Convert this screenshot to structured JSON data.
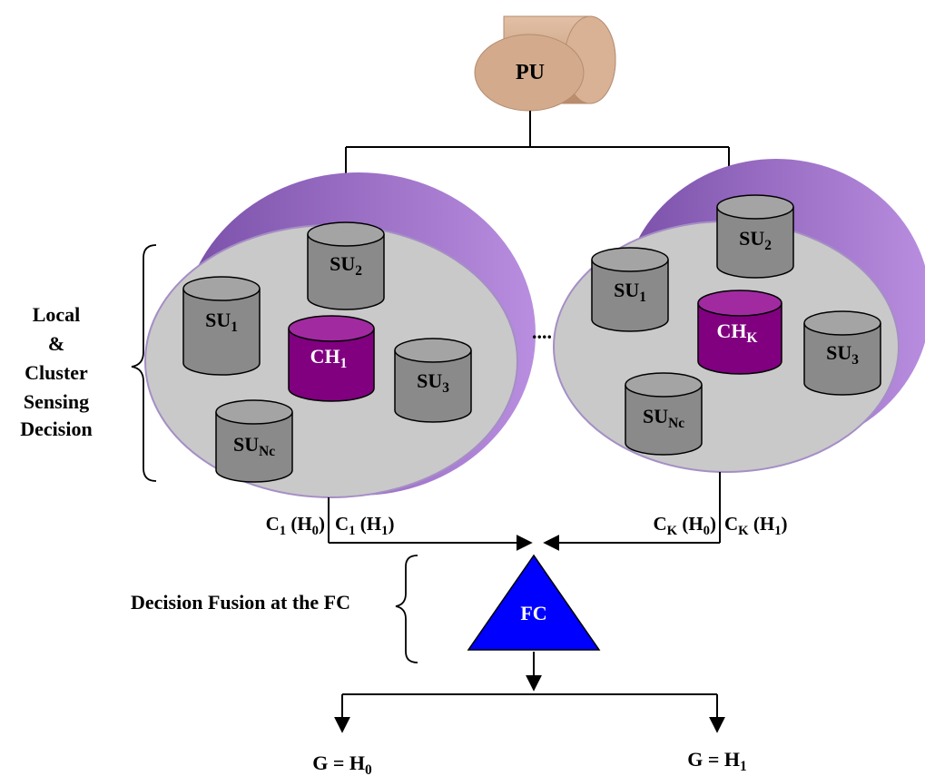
{
  "pu": {
    "label": "PU"
  },
  "left_cluster": {
    "head": {
      "base": "CH",
      "sub": "1"
    },
    "nodes": [
      {
        "base": "SU",
        "sub": "1"
      },
      {
        "base": "SU",
        "sub": "2"
      },
      {
        "base": "SU",
        "sub": "3"
      },
      {
        "base": "SU",
        "sub": "Nc"
      }
    ],
    "report_h0": {
      "pre": "C",
      "sub": "1",
      "mid": " (H",
      "sub2": "0",
      "post": ")"
    },
    "report_h1": {
      "pre": "C",
      "sub": "1",
      "mid": " (H",
      "sub2": "1",
      "post": ")"
    }
  },
  "right_cluster": {
    "head": {
      "base": "CH",
      "sub": "K"
    },
    "nodes": [
      {
        "base": "SU",
        "sub": "1"
      },
      {
        "base": "SU",
        "sub": "2"
      },
      {
        "base": "SU",
        "sub": "3"
      },
      {
        "base": "SU",
        "sub": "Nc"
      }
    ],
    "report_h0": {
      "pre": "C",
      "sub": "K",
      "mid": " (H",
      "sub2": "0",
      "post": ")"
    },
    "report_h1": {
      "pre": "C",
      "sub": "K",
      "mid": " (H",
      "sub2": "1",
      "post": ")"
    }
  },
  "ellipsis": "....",
  "side_labels": {
    "local_sensing": [
      "Local",
      "&",
      "Cluster",
      "Sensing",
      "Decision"
    ],
    "fusion": "Decision Fusion at the FC"
  },
  "fc": {
    "label": "FC"
  },
  "outputs": {
    "g_h0": {
      "pre": "G = H",
      "sub": "0"
    },
    "g_h1": {
      "pre": "G = H",
      "sub": "1"
    }
  },
  "colors": {
    "pu_fill": "#d2a88a",
    "disk_face": "#c8c8c8",
    "disk_rim": "#9a72c8",
    "su_fill": "#8a8a8a",
    "ch_fill": "#800080",
    "fc_fill": "#0000ff"
  }
}
